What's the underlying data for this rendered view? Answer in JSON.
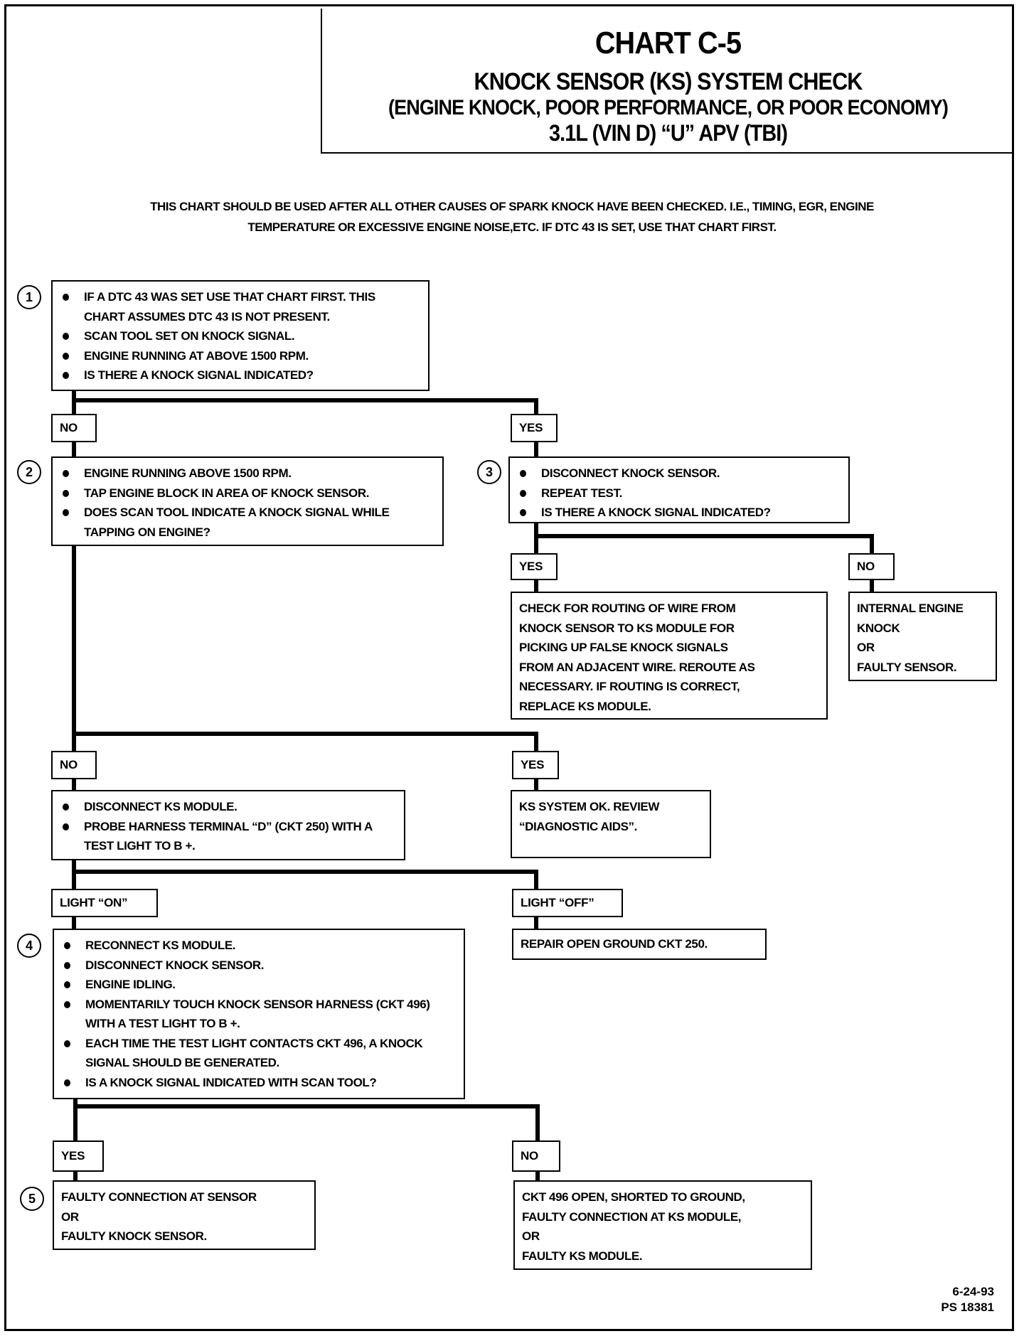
{
  "header": {
    "title": "CHART C-5",
    "subtitle": "KNOCK SENSOR (KS) SYSTEM CHECK",
    "symptoms": "(ENGINE KNOCK, POOR PERFORMANCE, OR POOR ECONOMY)",
    "application": "3.1L  (VIN D)  “U”  APV  (TBI)"
  },
  "intro": [
    "THIS CHART SHOULD BE USED AFTER ALL OTHER CAUSES OF SPARK KNOCK HAVE BEEN CHECKED.  I.E., TIMING, EGR, ENGINE",
    "TEMPERATURE OR EXCESSIVE ENGINE NOISE,ETC.  IF DTC 43 IS SET, USE THAT CHART FIRST."
  ],
  "step1": {
    "number": "1",
    "items": [
      "IF A DTC 43 WAS SET USE THAT CHART FIRST. THIS CHART ASSUMES DTC 43 IS NOT PRESENT.",
      "SCAN TOOL SET ON KNOCK SIGNAL.",
      "ENGINE RUNNING AT ABOVE 1500 RPM.",
      "IS THERE A KNOCK SIGNAL INDICATED?"
    ],
    "no": "NO",
    "yes": "YES"
  },
  "step2": {
    "number": "2",
    "items": [
      "ENGINE RUNNING ABOVE 1500 RPM.",
      "TAP ENGINE BLOCK IN AREA OF KNOCK SENSOR.",
      "DOES SCAN TOOL INDICATE A KNOCK SIGNAL WHILE TAPPING ON ENGINE?"
    ],
    "no": "NO",
    "yes": "YES"
  },
  "step3": {
    "number": "3",
    "items": [
      "DISCONNECT KNOCK SENSOR.",
      "REPEAT TEST.",
      "IS THERE A KNOCK SIGNAL INDICATED?"
    ],
    "yes": "YES",
    "no": "NO",
    "yes_result": [
      "CHECK FOR ROUTING OF WIRE FROM",
      "KNOCK SENSOR TO KS MODULE FOR",
      "PICKING UP FALSE KNOCK SIGNALS",
      "FROM AN ADJACENT WIRE.  REROUTE AS",
      "NECESSARY.  IF ROUTING IS CORRECT,",
      "REPLACE KS MODULE."
    ],
    "no_result": [
      "INTERNAL ENGINE",
      "KNOCK",
      "OR",
      "FAULTY SENSOR."
    ]
  },
  "step2_no": {
    "items": [
      "DISCONNECT KS MODULE.",
      "PROBE HARNESS TERMINAL “D” (CKT 250) WITH A TEST LIGHT TO B +."
    ],
    "light_on": "LIGHT “ON”",
    "light_off": "LIGHT “OFF”",
    "light_off_result": "REPAIR OPEN GROUND CKT 250."
  },
  "step2_yes_result": [
    "KS SYSTEM OK.  REVIEW",
    "“DIAGNOSTIC AIDS”."
  ],
  "step4": {
    "number": "4",
    "items": [
      "RECONNECT KS MODULE.",
      "DISCONNECT KNOCK SENSOR.",
      "ENGINE IDLING.",
      "MOMENTARILY TOUCH KNOCK SENSOR HARNESS (CKT 496) WITH A TEST LIGHT TO B +.",
      "EACH TIME THE TEST LIGHT CONTACTS CKT 496, A KNOCK SIGNAL SHOULD BE GENERATED.",
      "IS A KNOCK SIGNAL INDICATED WITH SCAN TOOL?"
    ],
    "yes": "YES",
    "no": "NO",
    "no_result": [
      "CKT 496 OPEN, SHORTED TO GROUND,",
      "FAULTY CONNECTION AT KS MODULE,",
      "OR",
      "FAULTY KS MODULE."
    ]
  },
  "step5": {
    "number": "5",
    "lines": [
      "FAULTY CONNECTION AT SENSOR",
      "OR",
      "FAULTY KNOCK SENSOR."
    ]
  },
  "footer": {
    "date": "6-24-93",
    "ref": "PS 18381"
  }
}
